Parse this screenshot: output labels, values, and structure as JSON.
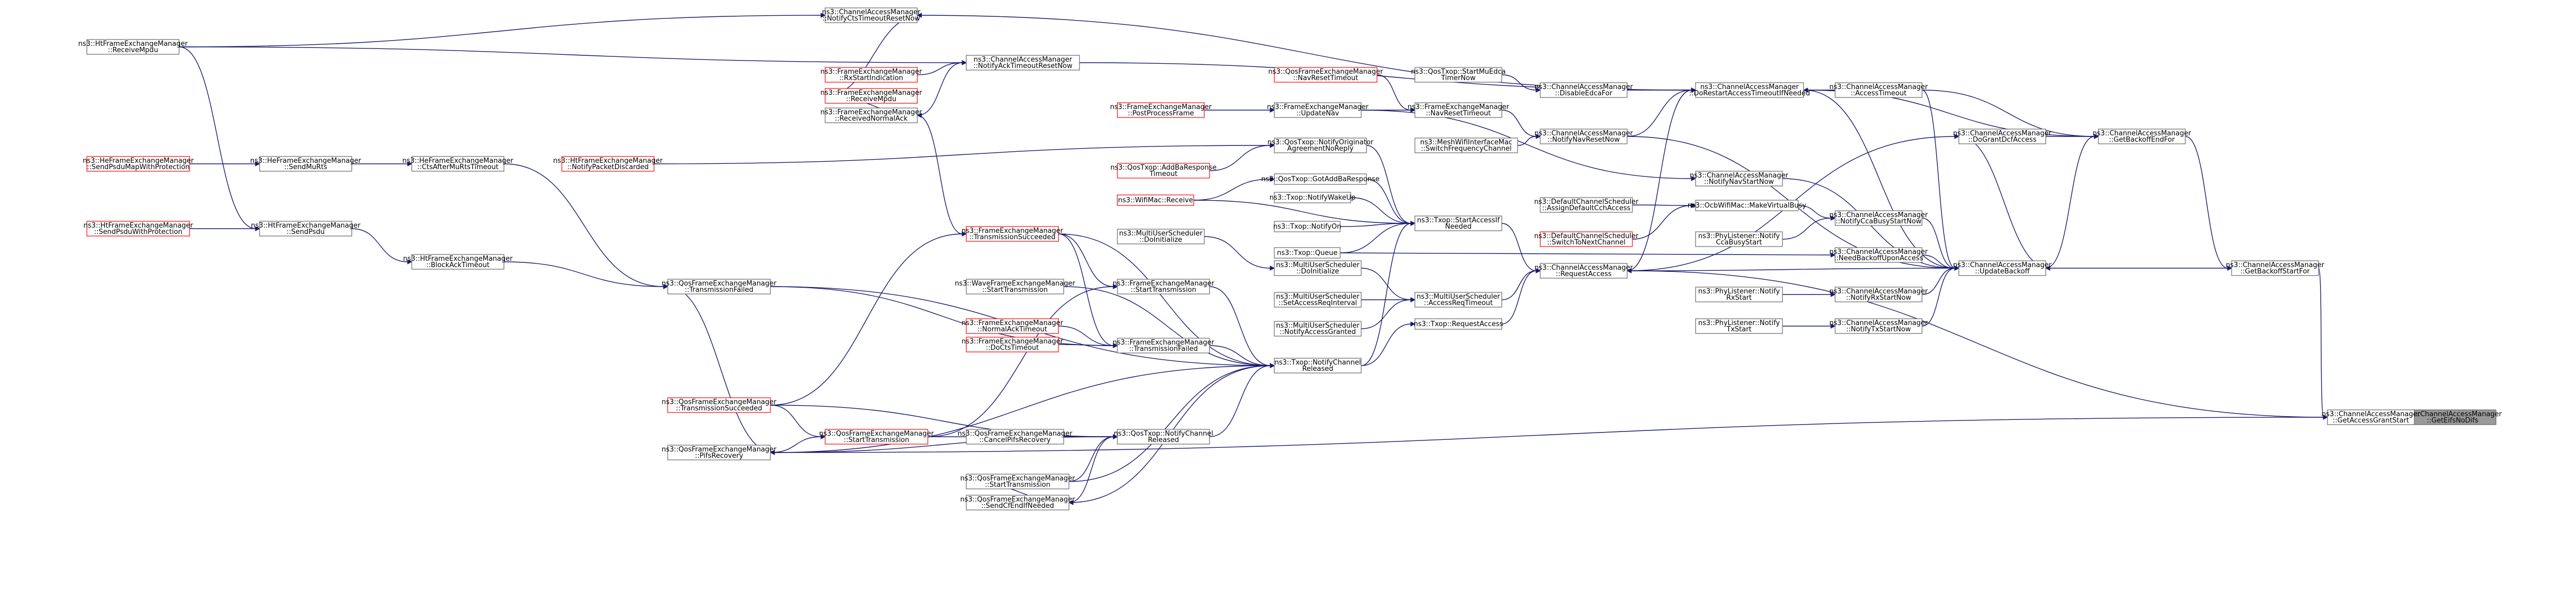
{
  "colors": {
    "edge": "#191970",
    "node_border": "#666666",
    "truncated_border": "#ff0000",
    "current_fill": "#999999"
  },
  "nodes": [
    {
      "id": "root",
      "lines": [
        "ns3::ChannelAccessManager",
        "::GetEifsNoDifs"
      ],
      "style": "current"
    },
    {
      "id": "grantstart",
      "lines": [
        "ns3::ChannelAccessManager",
        "::GetAccessGrantStart"
      ]
    },
    {
      "id": "backoffstartfor",
      "lines": [
        "ns3::ChannelAccessManager",
        "::GetBackoffStartFor"
      ]
    },
    {
      "id": "backoffendfor",
      "lines": [
        "ns3::ChannelAccessManager",
        "::GetBackoffEndFor"
      ]
    },
    {
      "id": "updatebackoff",
      "lines": [
        "ns3::ChannelAccessManager",
        "::UpdateBackoff"
      ]
    },
    {
      "id": "dograntdcf",
      "lines": [
        "ns3::ChannelAccessManager",
        "::DoGrantDcfAccess"
      ]
    },
    {
      "id": "accesstimeout",
      "lines": [
        "ns3::ChannelAccessManager",
        "::AccessTimeout"
      ]
    },
    {
      "id": "dorestart",
      "lines": [
        "ns3::ChannelAccessManager",
        "::DoRestartAccessTimeoutIfNeeded"
      ]
    },
    {
      "id": "disableedca",
      "lines": [
        "ns3::ChannelAccessManager",
        "::DisableEdcaFor"
      ]
    },
    {
      "id": "qosstartmu",
      "lines": [
        "ns3::QosTxop::StartMuEdca",
        "TimerNow"
      ]
    },
    {
      "id": "navreset",
      "lines": [
        "ns3::ChannelAccessManager",
        "::NotifyNavResetNow"
      ]
    },
    {
      "id": "fem_navresettimeout",
      "lines": [
        "ns3::FrameExchangeManager",
        "::NavResetTimeout"
      ]
    },
    {
      "id": "qfem_navresettimeout",
      "lines": [
        "ns3::QosFrameExchangeManager",
        "::NavResetTimeout"
      ],
      "style": "red"
    },
    {
      "id": "mesh_switch",
      "lines": [
        "ns3::MeshWifiInterfaceMac",
        "::SwitchFrequencyChannel"
      ]
    },
    {
      "id": "navstart",
      "lines": [
        "ns3::ChannelAccessManager",
        "::NotifyNavStartNow"
      ]
    },
    {
      "id": "fem_updatenav",
      "lines": [
        "ns3::FrameExchangeManager",
        "::UpdateNav"
      ]
    },
    {
      "id": "fem_postprocess",
      "lines": [
        "ns3::FrameExchangeManager",
        "::PostProcessFrame"
      ],
      "style": "red"
    },
    {
      "id": "ccabusy",
      "lines": [
        "ns3::ChannelAccessManager",
        "::NotifyCcaBusyStartNow"
      ]
    },
    {
      "id": "ocb_virtualbusy",
      "lines": [
        "ns3::OcbWifiMac::MakeVirtualBusy"
      ]
    },
    {
      "id": "dcs_assign",
      "lines": [
        "ns3::DefaultChannelScheduler",
        "::AssignDefaultCchAccess"
      ]
    },
    {
      "id": "dcs_switch",
      "lines": [
        "ns3::DefaultChannelScheduler",
        "::SwitchToNextChannel"
      ],
      "style": "red"
    },
    {
      "id": "phylistener_cca",
      "lines": [
        "ns3::PhyListener::Notify",
        "CcaBusyStart"
      ]
    },
    {
      "id": "needbackoff",
      "lines": [
        "ns3::ChannelAccessManager",
        "::NeedBackoffUponAccess"
      ]
    },
    {
      "id": "rxstart",
      "lines": [
        "ns3::ChannelAccessManager",
        "::NotifyRxStartNow"
      ]
    },
    {
      "id": "phylistener_rx",
      "lines": [
        "ns3::PhyListener::Notify",
        "RxStart"
      ]
    },
    {
      "id": "txstart",
      "lines": [
        "ns3::ChannelAccessManager",
        "::NotifyTxStartNow"
      ]
    },
    {
      "id": "phylistener_tx",
      "lines": [
        "ns3::PhyListener::Notify",
        "TxStart"
      ]
    },
    {
      "id": "requestaccess",
      "lines": [
        "ns3::ChannelAccessManager",
        "::RequestAccess"
      ]
    },
    {
      "id": "txop_startaccess",
      "lines": [
        "ns3::Txop::StartAccessIf",
        "Needed"
      ]
    },
    {
      "id": "qos_notifyorig",
      "lines": [
        "ns3::QosTxop::NotifyOriginator",
        "AgreementNoReply"
      ]
    },
    {
      "id": "qos_addba_timeout",
      "lines": [
        "ns3::QosTxop::AddBaResponse",
        "Timeout"
      ],
      "style": "red"
    },
    {
      "id": "qos_gotaddba",
      "lines": [
        "ns3::QosTxop::GotAddBaResponse"
      ]
    },
    {
      "id": "wifimac_receive",
      "lines": [
        "ns3::WifiMac::Receive"
      ],
      "style": "red"
    },
    {
      "id": "txop_wakeup",
      "lines": [
        "ns3::Txop::NotifyWakeUp"
      ]
    },
    {
      "id": "txop_on",
      "lines": [
        "ns3::Txop::NotifyOn"
      ]
    },
    {
      "id": "txop_queue",
      "lines": [
        "ns3::Txop::Queue"
      ]
    },
    {
      "id": "mu_accessreq",
      "lines": [
        "ns3::MultiUserScheduler",
        "::AccessReqTimeout"
      ]
    },
    {
      "id": "mu_doinit_upper",
      "lines": [
        "ns3::MultiUserScheduler",
        "::DoInitialize"
      ]
    },
    {
      "id": "mu_doinit_lower",
      "lines": [
        "ns3::MultiUserScheduler",
        "::DoInitialize"
      ]
    },
    {
      "id": "mu_setinterval",
      "lines": [
        "ns3::MultiUserScheduler",
        "::SetAccessReqInterval"
      ]
    },
    {
      "id": "mu_granted",
      "lines": [
        "ns3::MultiUserScheduler",
        "::NotifyAccessGranted"
      ]
    },
    {
      "id": "txop_requestaccess",
      "lines": [
        "ns3::Txop::RequestAccess"
      ]
    },
    {
      "id": "txop_notifyreleased",
      "lines": [
        "ns3::Txop::NotifyChannel",
        "Released"
      ]
    },
    {
      "id": "qos_notifyreleased",
      "lines": [
        "ns3::QosTxop::NotifyChannel",
        "Released"
      ]
    },
    {
      "id": "fem_txsucceeded",
      "lines": [
        "ns3::FrameExchangeManager",
        "::TransmissionSucceeded"
      ],
      "style": "red"
    },
    {
      "id": "fem_txfailed",
      "lines": [
        "ns3::FrameExchangeManager",
        "::TransmissionFailed"
      ]
    },
    {
      "id": "fem_starttx",
      "lines": [
        "ns3::FrameExchangeManager",
        "::StartTransmission"
      ]
    },
    {
      "id": "fem_normalack",
      "lines": [
        "ns3::FrameExchangeManager",
        "::NormalAckTimeout"
      ],
      "style": "red"
    },
    {
      "id": "fem_ctstimeout",
      "lines": [
        "ns3::FrameExchangeManager",
        "::DoCtsTimeout"
      ],
      "style": "red"
    },
    {
      "id": "wave_starttx",
      "lines": [
        "ns3::WaveFrameExchangeManager",
        "::StartTransmission"
      ]
    },
    {
      "id": "qfem_cancelpifs",
      "lines": [
        "ns3::QosFrameExchangeManager",
        "::CancelPifsRecovery"
      ]
    },
    {
      "id": "qfem_starttx_red",
      "lines": [
        "ns3::QosFrameExchangeManager",
        "::StartTransmission"
      ],
      "style": "red"
    },
    {
      "id": "qfem_txsucceeded",
      "lines": [
        "ns3::QosFrameExchangeManager",
        "::TransmissionSucceeded"
      ],
      "style": "red"
    },
    {
      "id": "qfem_pifs",
      "lines": [
        "ns3::QosFrameExchangeManager",
        "::PifsRecovery"
      ]
    },
    {
      "id": "qfem_txfailed",
      "lines": [
        "ns3::QosFrameExchangeManager",
        "::TransmissionFailed"
      ]
    },
    {
      "id": "qfem_starttx_black",
      "lines": [
        "ns3::QosFrameExchangeManager",
        "::StartTransmission"
      ]
    },
    {
      "id": "qfem_sendcfend",
      "lines": [
        "ns3::QosFrameExchangeManager",
        "::SendCfEndIfNeeded"
      ]
    },
    {
      "id": "fem_received_ack",
      "lines": [
        "ns3::FrameExchangeManager",
        "::ReceivedNormalAck"
      ]
    },
    {
      "id": "fem_rxstart",
      "lines": [
        "ns3::FrameExchangeManager",
        "::RxStartIndication"
      ],
      "style": "red"
    },
    {
      "id": "fem_receivempdu",
      "lines": [
        "ns3::FrameExchangeManager",
        "::ReceiveMpdu"
      ],
      "style": "red"
    },
    {
      "id": "ackreset",
      "lines": [
        "ns3::ChannelAccessManager",
        "::NotifyAckTimeoutResetNow"
      ]
    },
    {
      "id": "ctsreset",
      "lines": [
        "ns3::ChannelAccessManager",
        "::NotifyCtsTimeoutResetNow"
      ]
    },
    {
      "id": "ht_receivempdu",
      "lines": [
        "ns3::HtFrameExchangeManager",
        "::ReceiveMpdu"
      ]
    },
    {
      "id": "ht_notifydiscarded",
      "lines": [
        "ns3::HtFrameExchangeManager",
        "::NotifyPacketDiscarded"
      ],
      "style": "red"
    },
    {
      "id": "he_ctsafter",
      "lines": [
        "ns3::HeFrameExchangeManager",
        "::CtsAfterMuRtsTimeout"
      ]
    },
    {
      "id": "he_sendmuru",
      "lines": [
        "ns3::HeFrameExchangeManager",
        "::SendMuRts"
      ]
    },
    {
      "id": "he_sendpsdu",
      "lines": [
        "ns3::HeFrameExchangeManager",
        "::SendPsduMapWithProtection"
      ],
      "style": "red"
    },
    {
      "id": "ht_sendpsdu",
      "lines": [
        "ns3::HtFrameExchangeManager",
        "::SendPsdu"
      ]
    },
    {
      "id": "ht_sendpsduprot",
      "lines": [
        "ns3::HtFrameExchangeManager",
        "::SendPsduWithProtection"
      ],
      "style": "red"
    },
    {
      "id": "ht_blockack",
      "lines": [
        "ns3::HtFrameExchangeManager",
        "::BlockAckTimeout"
      ]
    }
  ],
  "edges": [
    [
      "grantstart",
      "root"
    ],
    [
      "backoffstartfor",
      "grantstart"
    ],
    [
      "backoffendfor",
      "backoffstartfor"
    ],
    [
      "updatebackoff",
      "backoffstartfor"
    ],
    [
      "dograntdcf",
      "backoffendfor"
    ],
    [
      "accesstimeout",
      "backoffendfor"
    ],
    [
      "dorestart",
      "backoffendfor"
    ],
    [
      "updatebackoff",
      "backoffendfor"
    ],
    [
      "accesstimeout",
      "dorestart"
    ],
    [
      "dograntdcf",
      "updatebackoff"
    ],
    [
      "accesstimeout",
      "updatebackoff"
    ],
    [
      "dorestart",
      "updatebackoff"
    ],
    [
      "navreset",
      "updatebackoff"
    ],
    [
      "navstart",
      "updatebackoff"
    ],
    [
      "ccabusy",
      "updatebackoff"
    ],
    [
      "needbackoff",
      "updatebackoff"
    ],
    [
      "rxstart",
      "updatebackoff"
    ],
    [
      "txstart",
      "updatebackoff"
    ],
    [
      "requestaccess",
      "updatebackoff"
    ],
    [
      "requestaccess",
      "dograntdcf"
    ],
    [
      "requestaccess",
      "dorestart"
    ],
    [
      "ackreset",
      "dorestart"
    ],
    [
      "ctsreset",
      "dorestart"
    ],
    [
      "disableedca",
      "dorestart"
    ],
    [
      "navreset",
      "dorestart"
    ],
    [
      "qosstartmu",
      "disableedca"
    ],
    [
      "fem_navresettimeout",
      "navreset"
    ],
    [
      "mesh_switch",
      "navreset"
    ],
    [
      "qfem_navresettimeout",
      "fem_navresettimeout"
    ],
    [
      "fem_updatenav",
      "navstart"
    ],
    [
      "fem_updatenav",
      "fem_navresettimeout"
    ],
    [
      "fem_postprocess",
      "fem_updatenav"
    ],
    [
      "ocb_virtualbusy",
      "ccabusy"
    ],
    [
      "phylistener_cca",
      "ccabusy"
    ],
    [
      "dcs_assign",
      "ocb_virtualbusy"
    ],
    [
      "dcs_switch",
      "ocb_virtualbusy"
    ],
    [
      "txop_queue",
      "needbackoff"
    ],
    [
      "phylistener_rx",
      "rxstart"
    ],
    [
      "phylistener_tx",
      "txstart"
    ],
    [
      "txop_startaccess",
      "requestaccess"
    ],
    [
      "mu_accessreq",
      "requestaccess"
    ],
    [
      "txop_requestaccess",
      "requestaccess"
    ],
    [
      "grantstart",
      "requestaccess"
    ],
    [
      "qos_notifyorig",
      "txop_startaccess"
    ],
    [
      "qos_gotaddba",
      "txop_startaccess"
    ],
    [
      "wifimac_receive",
      "txop_startaccess"
    ],
    [
      "txop_wakeup",
      "txop_startaccess"
    ],
    [
      "txop_on",
      "txop_startaccess"
    ],
    [
      "txop_queue",
      "txop_startaccess"
    ],
    [
      "txop_notifyreleased",
      "txop_startaccess"
    ],
    [
      "qos_addba_timeout",
      "qos_notifyorig"
    ],
    [
      "ht_notifydiscarded",
      "qos_notifyorig"
    ],
    [
      "wifimac_receive",
      "qos_gotaddba"
    ],
    [
      "mu_doinit_lower",
      "mu_accessreq"
    ],
    [
      "mu_setinterval",
      "mu_accessreq"
    ],
    [
      "mu_granted",
      "mu_accessreq"
    ],
    [
      "mu_doinit_upper",
      "mu_doinit_lower"
    ],
    [
      "txop_notifyreleased",
      "txop_requestaccess"
    ],
    [
      "qos_notifyreleased",
      "txop_notifyreleased"
    ],
    [
      "fem_txsucceeded",
      "txop_notifyreleased"
    ],
    [
      "fem_starttx",
      "txop_notifyreleased"
    ],
    [
      "fem_txfailed",
      "txop_notifyreleased"
    ],
    [
      "wave_starttx",
      "txop_notifyreleased"
    ],
    [
      "qfem_pifs",
      "txop_notifyreleased"
    ],
    [
      "qfem_sendcfend",
      "txop_notifyreleased"
    ],
    [
      "qfem_starttx_black",
      "txop_notifyreleased"
    ],
    [
      "qfem_txfailed",
      "txop_notifyreleased"
    ],
    [
      "fem_received_ack",
      "fem_txsucceeded"
    ],
    [
      "fem_normalack",
      "fem_txfailed"
    ],
    [
      "fem_ctstimeout",
      "fem_txfailed"
    ],
    [
      "qfem_txfailed",
      "fem_txfailed"
    ],
    [
      "fem_txsucceeded",
      "fem_starttx"
    ],
    [
      "qfem_starttx_red",
      "fem_starttx"
    ],
    [
      "fem_txsucceeded",
      "fem_txfailed"
    ],
    [
      "qfem_cancelpifs",
      "qos_notifyreleased"
    ],
    [
      "qfem_starttx_red",
      "qos_notifyreleased"
    ],
    [
      "qfem_txsucceeded",
      "qos_notifyreleased"
    ],
    [
      "qfem_pifs",
      "qos_notifyreleased"
    ],
    [
      "qfem_starttx_black",
      "qos_notifyreleased"
    ],
    [
      "qfem_sendcfend",
      "qos_notifyreleased"
    ],
    [
      "qfem_txsucceeded",
      "qfem_starttx_red"
    ],
    [
      "qfem_pifs",
      "qfem_starttx_red"
    ],
    [
      "qfem_txfailed",
      "qfem_pifs"
    ],
    [
      "ht_blockack",
      "qfem_txfailed"
    ],
    [
      "he_ctsafter",
      "qfem_txfailed"
    ],
    [
      "qfem_txsucceeded",
      "fem_txsucceeded"
    ],
    [
      "qfem_pifs",
      "grantstart"
    ],
    [
      "qfem_starttx_black",
      "qfem_sendcfend"
    ],
    [
      "fem_rxstart",
      "ackreset"
    ],
    [
      "fem_received_ack",
      "ackreset"
    ],
    [
      "ht_receivempdu",
      "ackreset"
    ],
    [
      "fem_receivempdu",
      "fem_received_ack"
    ],
    [
      "fem_receivempdu",
      "ctsreset"
    ],
    [
      "ht_receivempdu",
      "ctsreset"
    ],
    [
      "he_sendmuru",
      "he_ctsafter"
    ],
    [
      "he_sendpsdu",
      "he_sendmuru"
    ],
    [
      "ht_sendpsdu",
      "ht_blockack"
    ],
    [
      "ht_sendpsduprot",
      "ht_sendpsdu"
    ],
    [
      "ht_receivempdu",
      "ht_sendpsdu"
    ]
  ]
}
